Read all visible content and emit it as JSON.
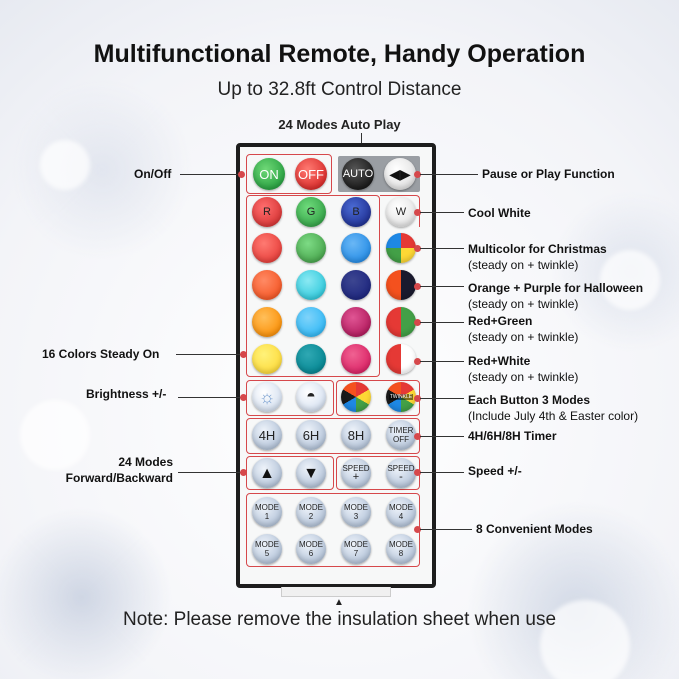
{
  "title": "Multifunctional Remote, Handy Operation",
  "subtitle": "Up to 32.8ft Control Distance",
  "top_label": "24 Modes Auto Play",
  "note": "Note: Please remove the insulation sheet when use",
  "left_labels": {
    "on_off": "On/Off",
    "colors": "16 Colors Steady On",
    "brightness": "Brightness +/-",
    "modes_line1": "24 Modes",
    "modes_line2": "Forward/Backward"
  },
  "right_labels": {
    "pause": "Pause or Play Function",
    "cool_white": "Cool White",
    "christmas": "Multicolor for Christmas",
    "christmas_sub": "(steady on + twinkle)",
    "halloween": "Orange + Purple for Halloween",
    "halloween_sub": "(steady on + twinkle)",
    "red_green": "Red+Green",
    "red_green_sub": "(steady on + twinkle)",
    "red_white": "Red+White",
    "red_white_sub": "(steady on + twinkle)",
    "three_modes": "Each Button 3 Modes",
    "three_modes_sub": "(Include July 4th  & Easter color)",
    "timer": "4H/6H/8H Timer",
    "speed": "Speed +/-",
    "convenient": "8 Convenient Modes"
  },
  "buttons": {
    "on": "ON",
    "off": "OFF",
    "auto": "AUTO",
    "r": "R",
    "g": "G",
    "b": "B",
    "w": "W",
    "h4": "4H",
    "h6": "6H",
    "h8": "8H",
    "timer_off_1": "TIMER",
    "timer_off_2": "OFF",
    "speed_plus_1": "SPEED",
    "speed_plus_2": "+",
    "speed_minus_1": "SPEED",
    "speed_minus_2": "-",
    "twinkle": "TWINKLE",
    "mode_word": "MODE",
    "modes": [
      "1",
      "2",
      "3",
      "4",
      "5",
      "6",
      "7",
      "8"
    ]
  },
  "colors": {
    "accent": "#d6484b",
    "on": "#2fb34a",
    "off": "#e8312f",
    "col1": [
      "#e53935",
      "#f4511e",
      "#fb8c00",
      "#fdd835"
    ],
    "col2": [
      "#43a047",
      "#26c6da",
      "#29b6f6",
      "#00838f"
    ],
    "col3": [
      "#1e88e5",
      "#1a237e",
      "#ad1457",
      "#d81b60"
    ]
  }
}
